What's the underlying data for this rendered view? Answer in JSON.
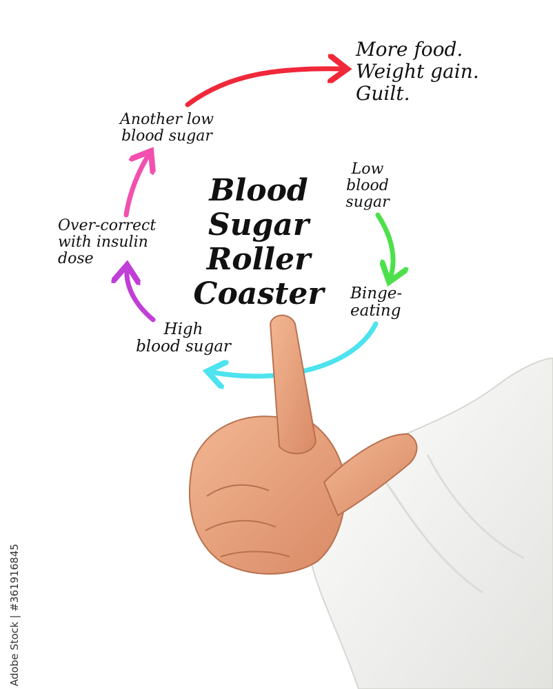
{
  "diagram": {
    "title_lines": [
      "Blood",
      "Sugar",
      "Roller",
      "Coaster"
    ],
    "nodes": {
      "more_food": [
        "More food.",
        "Weight gain.",
        "Guilt."
      ],
      "another_low": [
        "Another low",
        "blood sugar"
      ],
      "low_blood_sugar": [
        "Low",
        "blood",
        "sugar"
      ],
      "over_correct": [
        "Over-correct",
        "with insulin",
        "dose"
      ],
      "binge_eating": [
        "Binge-",
        "eating"
      ],
      "high_blood_sugar": [
        "High",
        "blood sugar"
      ]
    },
    "arrow_colors": {
      "another_low_to_more_food": "#f0283a",
      "low_to_binge": "#4ee04a",
      "binge_to_high": "#4de3ef",
      "high_to_over_correct": "#c03fd6",
      "over_correct_to_another_low": "#f24fae"
    }
  },
  "photo": {
    "hand_skin_color": "#e9a27e",
    "sleeve_color": "#f4f4f2"
  },
  "stock_id": "Adobe Stock | #361916845"
}
